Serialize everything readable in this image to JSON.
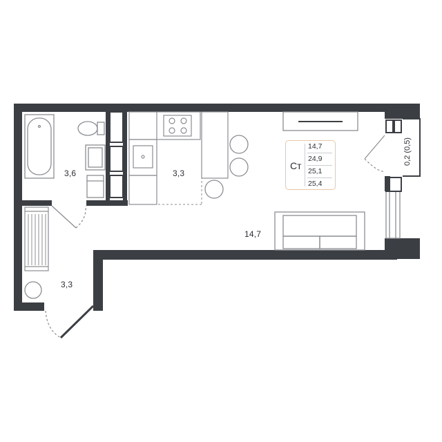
{
  "plan": {
    "apartment_type": "Ст",
    "areas": [
      "14,7",
      "24,9",
      "25,1",
      "25,4"
    ],
    "rooms": {
      "bathroom": "3,6",
      "kitchen": "3,3",
      "living": "14,7",
      "hallway": "3,3"
    },
    "balcony_area": "0,2 (0,5)"
  },
  "colors": {
    "wall": "#3b3e43",
    "line": "#8a8d91",
    "accent_border": "#e6c9a8"
  }
}
